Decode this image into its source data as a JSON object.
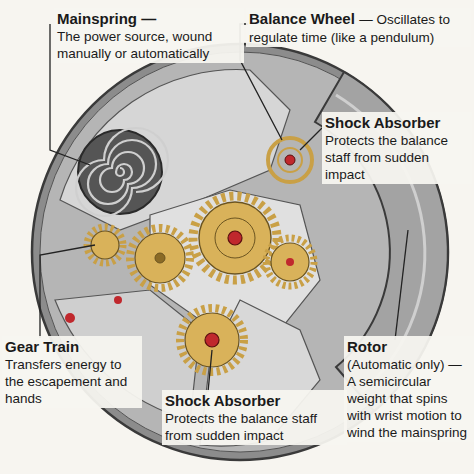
{
  "diagram": {
    "labels": [
      "Mainspring —",
      "The power source, wound manually or automatically",
      "Balance Wheel",
      "— Oscillates to regulate time (like a pendulum)",
      "Shock Absorber",
      "Protects the balance staff from sudden impact",
      "Gear Train",
      "Transfers energy to the escapement and hands",
      "Shock Absorber",
      "Protects the balance staff from sudden impact",
      "Rotor",
      "(Automatic only) — A semicircular weight that spins with wrist motion to wind the mainspring"
    ]
  }
}
